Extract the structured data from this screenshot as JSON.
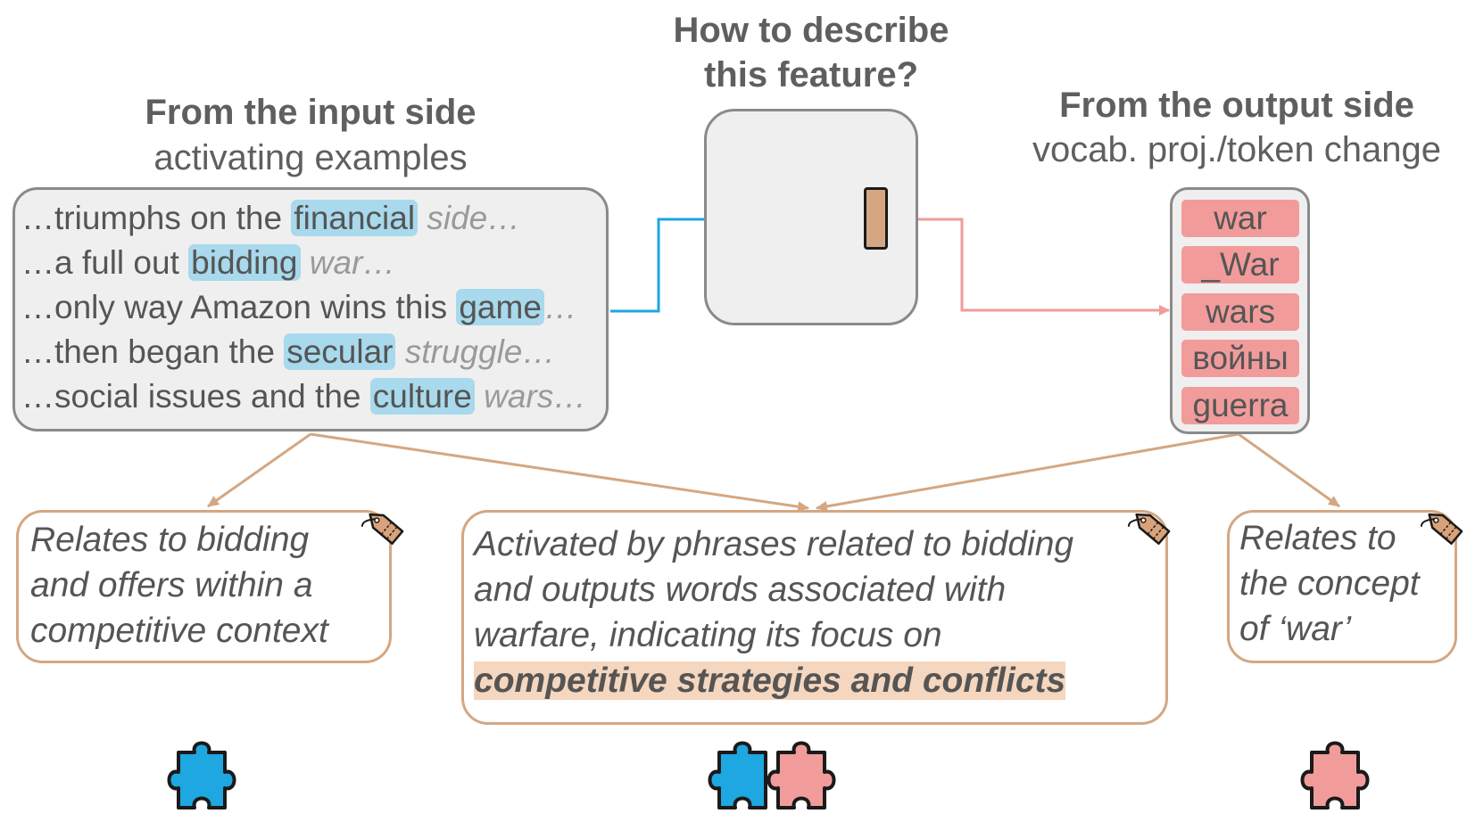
{
  "headings": {
    "center_line1": "How to describe",
    "center_line2": "this feature?",
    "input_title": "From the input side",
    "input_subtitle": "activating examples",
    "output_title": "From the output side",
    "output_subtitle": "vocab. proj./token change"
  },
  "examples": [
    {
      "prefix": "…triumphs on the ",
      "highlight": "financial",
      "context": " side…"
    },
    {
      "prefix": "…a full out ",
      "highlight": "bidding",
      "context": " war…"
    },
    {
      "prefix": "…only way Amazon wins this ",
      "highlight": "game",
      "context": "…"
    },
    {
      "prefix": "…then began the ",
      "highlight": "secular",
      "context": " struggle…"
    },
    {
      "prefix": "…social issues and the ",
      "highlight": "culture",
      "context": " wars…"
    }
  ],
  "tokens": [
    "war",
    "_War",
    "wars",
    "войны",
    "guerra"
  ],
  "descriptions": {
    "left": [
      "Relates to bidding",
      "and offers within a",
      "competitive context"
    ],
    "middle": [
      "Activated by phrases related to bidding",
      "and outputs words associated with",
      "warfare, indicating its focus on"
    ],
    "middle_emphasis": "competitive strategies and conflicts",
    "right": [
      "Relates to",
      "the concept",
      "of ‘war’"
    ]
  },
  "colors": {
    "input_blue": "#1ea7e0",
    "output_pink": "#f29b9b",
    "tan": "#d4a782",
    "highlight_blue": "#a8d9ec"
  },
  "icons": [
    "tag-icon",
    "blue-puzzle-piece-icon",
    "pink-puzzle-piece-icon"
  ]
}
